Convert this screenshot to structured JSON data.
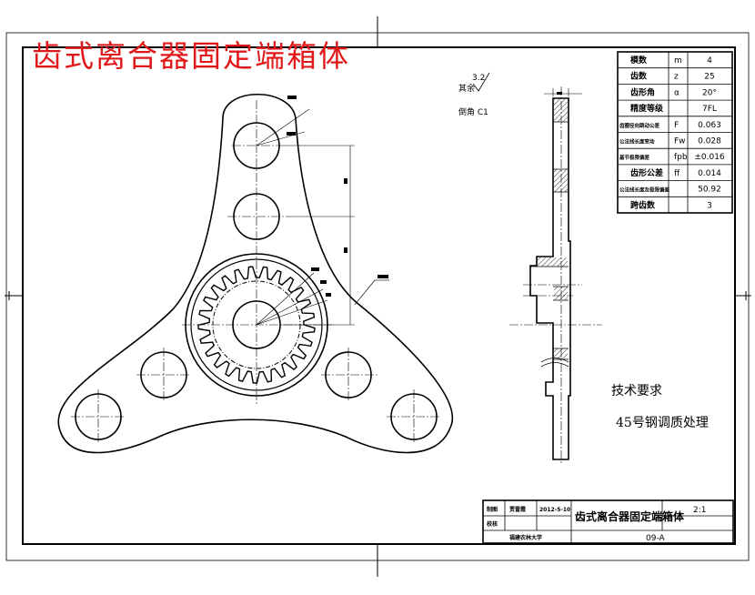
{
  "title": "齿式离合器固定端箱体",
  "surface": {
    "roughness_value": "3.2",
    "roughness_label": "其余",
    "chamfer_label": "倒角 C1"
  },
  "gear_params": [
    {
      "name": "模数",
      "symbol": "m",
      "value": "4"
    },
    {
      "name": "齿数",
      "symbol": "z",
      "value": "25"
    },
    {
      "name": "齿形角",
      "symbol": "α",
      "value": "20°"
    },
    {
      "name": "精度等级",
      "symbol": "",
      "value": "7FL"
    },
    {
      "name": "齿圈径向跳动公差",
      "symbol": "F",
      "value": "0.063"
    },
    {
      "name": "公法线长度变动",
      "symbol": "Fw",
      "value": "0.028"
    },
    {
      "name": "基节极限偏差",
      "symbol": "fpb",
      "value": "±0.016"
    },
    {
      "name": "齿形公差",
      "symbol": "ff",
      "value": "0.014"
    },
    {
      "name": "公法线长度及极限偏差",
      "symbol": "",
      "value": "50.92"
    },
    {
      "name": "跨齿数",
      "symbol": "",
      "value": "3"
    }
  ],
  "technical_requirements": {
    "heading": "技术要求",
    "item": "45号钢调质处理"
  },
  "title_block": {
    "drawn_label": "制图",
    "checked_label": "校核",
    "drawer_name": "贾雷霞",
    "date": "2012-5-10",
    "part_name": "齿式离合器固定端箱体",
    "scale": "2:1",
    "school": "福建农林大学",
    "drawing_no": "09-A"
  }
}
